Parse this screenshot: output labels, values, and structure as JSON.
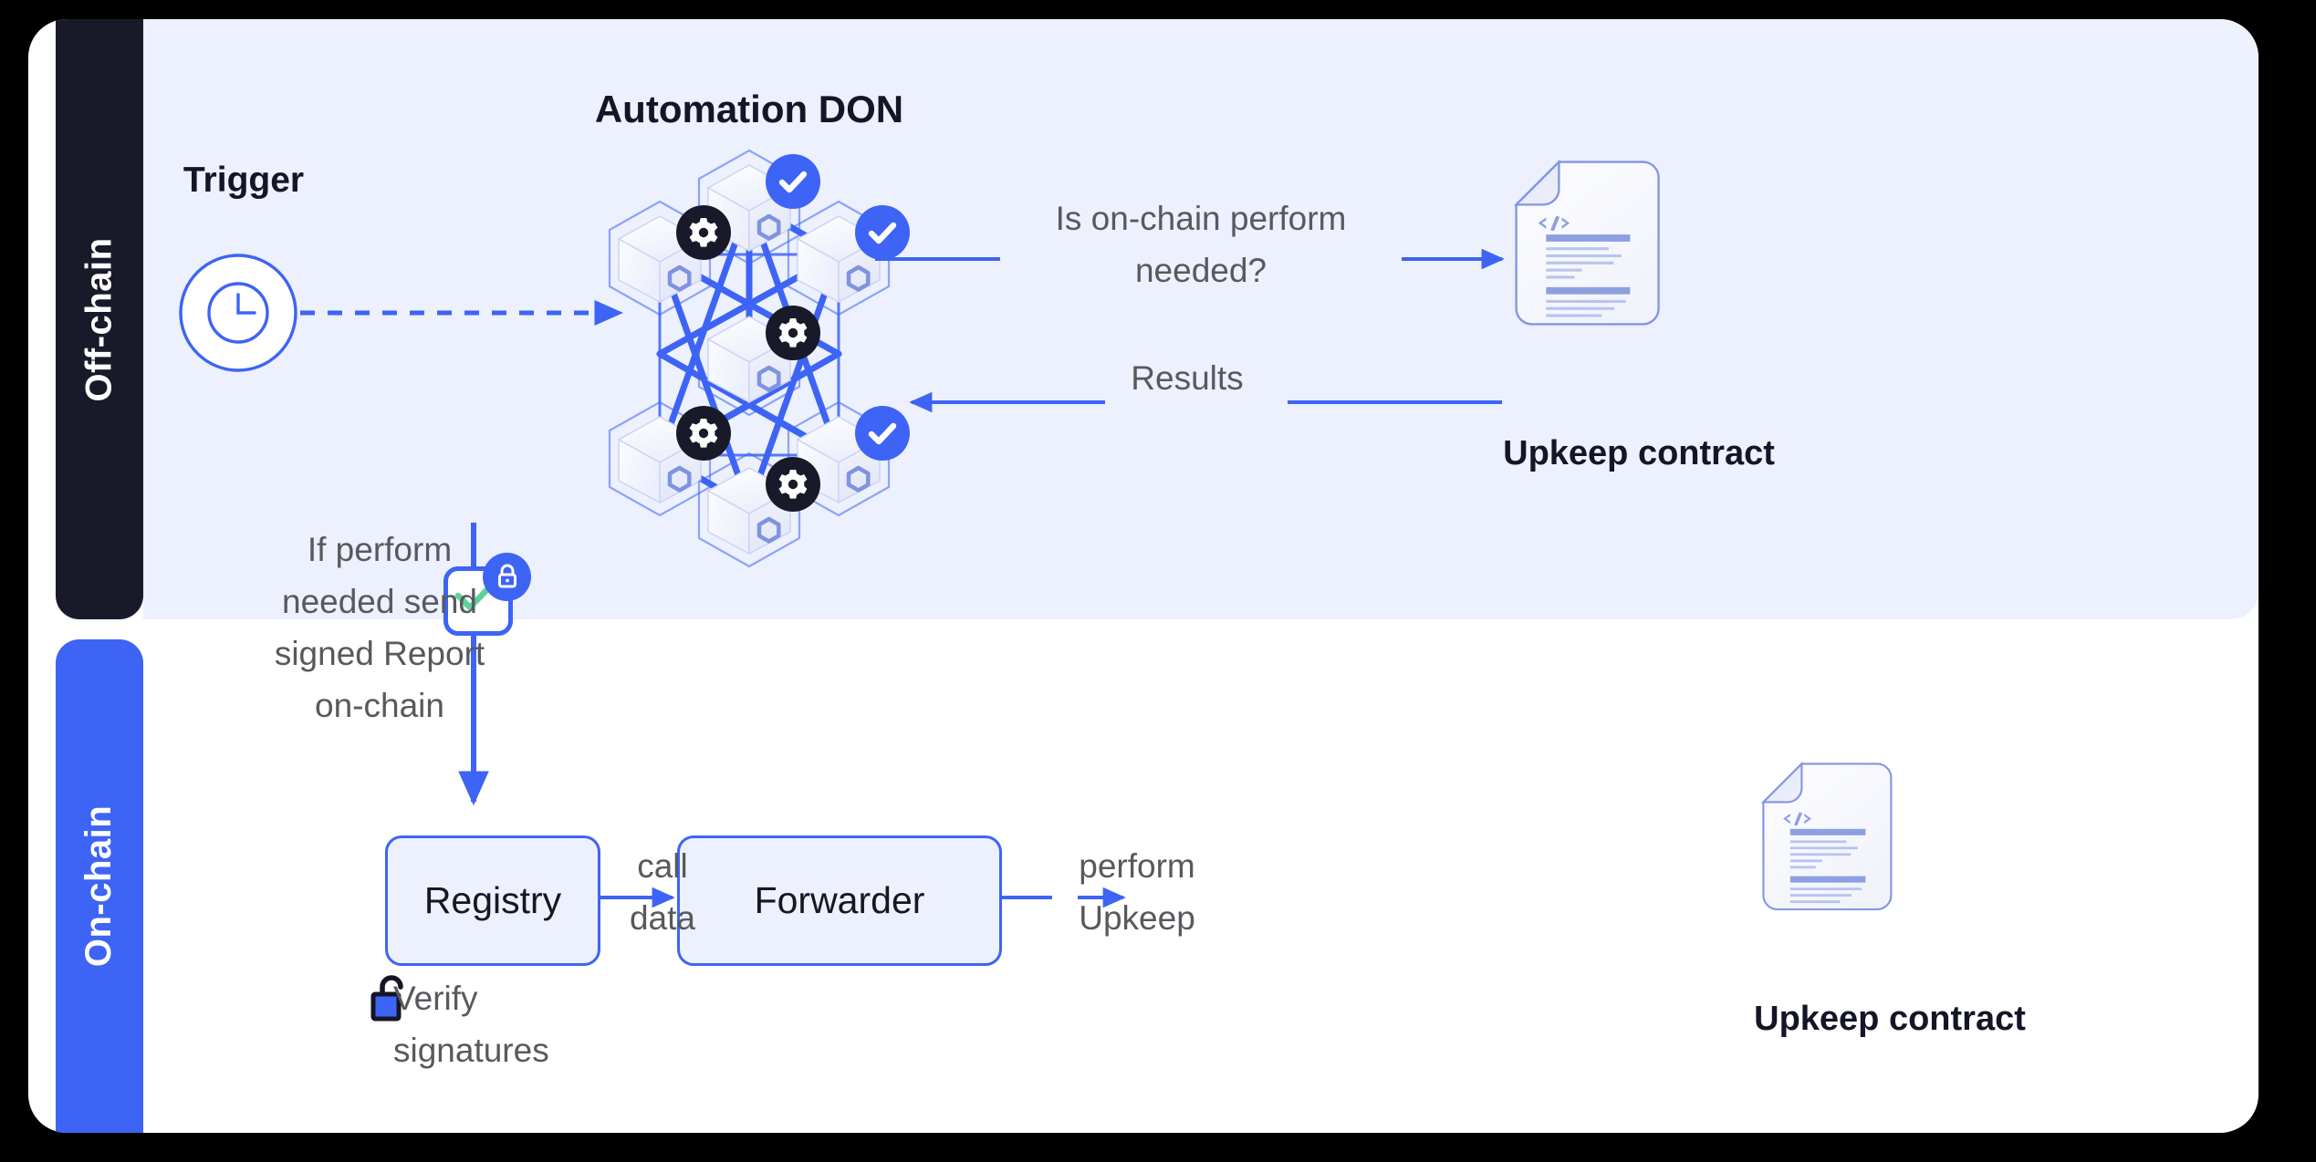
{
  "diagram": {
    "title": "Chainlink Automation architecture",
    "colors": {
      "accent": "#3d64f4",
      "offchain_rail_bg": "#181a29",
      "onchain_rail_bg": "#3d64f4",
      "offchain_panel_bg": "#edf0fd",
      "onchain_panel_bg": "#ffffff",
      "label_text": "#58595d",
      "heading_text": "#141527",
      "check_green": "#5fd09a",
      "gear_badge": "#181a29",
      "doc_line": "#8e9fe0"
    },
    "rails": [
      {
        "id": "off-chain",
        "label": "Off-chain"
      },
      {
        "id": "on-chain",
        "label": "On-chain"
      }
    ],
    "offchain": {
      "trigger_label": "Trigger",
      "trigger_icon": "clock-icon",
      "don_title": "Automation DON",
      "don_nodes": [
        {
          "id": "node-top-center",
          "badge": "check",
          "badge_icon": "check-badge-icon"
        },
        {
          "id": "node-top-left",
          "badge": "gear",
          "badge_icon": "gear-badge-icon"
        },
        {
          "id": "node-top-right",
          "badge": "check",
          "badge_icon": "check-badge-icon"
        },
        {
          "id": "node-center",
          "badge": "gear",
          "badge_icon": "gear-badge-icon"
        },
        {
          "id": "node-bottom-left",
          "badge": "gear",
          "badge_icon": "gear-badge-icon"
        },
        {
          "id": "node-bottom-right",
          "badge": "check",
          "badge_icon": "check-badge-icon"
        },
        {
          "id": "node-bottom-center",
          "badge": "gear",
          "badge_icon": "gear-badge-icon"
        }
      ],
      "query_label": "Is on-chain perform\nneeded?",
      "results_label": "Results",
      "upkeep_contract_label": "Upkeep contract",
      "upkeep_contract_icon": "code-document-icon",
      "report_label": "If perform\nneeded send\nsigned Report\non-chain",
      "report_badge_icon": "lock-icon",
      "report_check_icon": "check-icon"
    },
    "onchain": {
      "registry_label": "Registry",
      "forwarder_label": "Forwarder",
      "call_data_label": "call\ndata",
      "perform_upkeep_label": "perform\nUpkeep",
      "verify_label": "Verify\nsignatures",
      "verify_icon": "unlock-icon",
      "upkeep_contract_label": "Upkeep contract",
      "upkeep_contract_icon": "code-document-icon"
    }
  }
}
